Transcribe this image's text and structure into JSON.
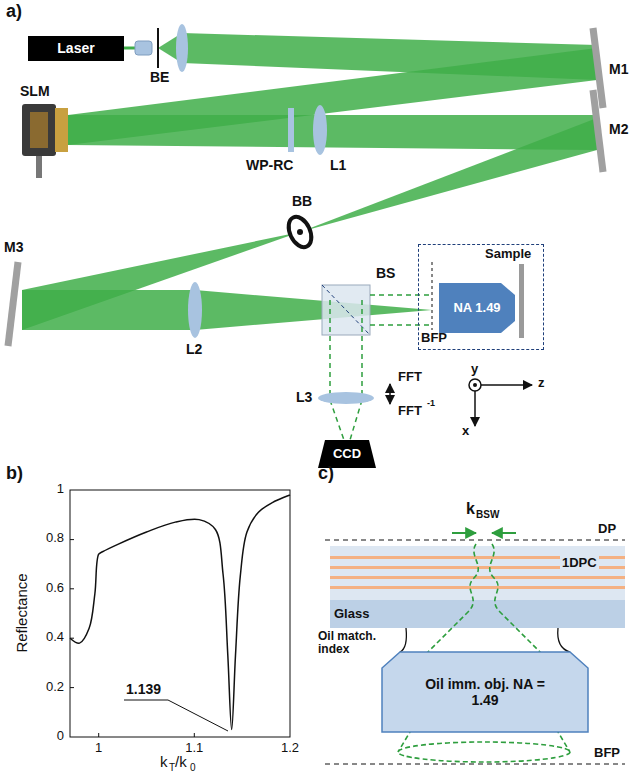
{
  "diagram": {
    "nodes": [
      {
        "text": [
          "Laser"
        ]
      },
      {
        "text": [
          "Sample",
          "BFP"
        ]
      },
      {
        "text": [
          "NA 1.49"
        ],
        "in": 1
      },
      {
        "text": [
          "CCD"
        ]
      },
      {
        "text": [
          "Oil imm. obj. NA = 1.49"
        ]
      }
    ],
    "labels": [
      "a)",
      "BE",
      "M1",
      "SLM",
      "WP-RC",
      "L1",
      "M2",
      "BB",
      "M3",
      "L2",
      "BS",
      "FFT",
      "L3",
      "FFT",
      "-1",
      "y",
      "z",
      "x",
      "b)",
      "Reflectance",
      "1",
      "0.8",
      "0.6",
      "0.4",
      "0.2",
      "0",
      "1.139",
      "1",
      "1.1",
      "1.2",
      "k",
      "T",
      "/k",
      "0",
      "c)",
      "k",
      "BSW",
      "DP",
      "1DPC",
      "Glass",
      "Oil match. index",
      "BFP"
    ]
  }
}
